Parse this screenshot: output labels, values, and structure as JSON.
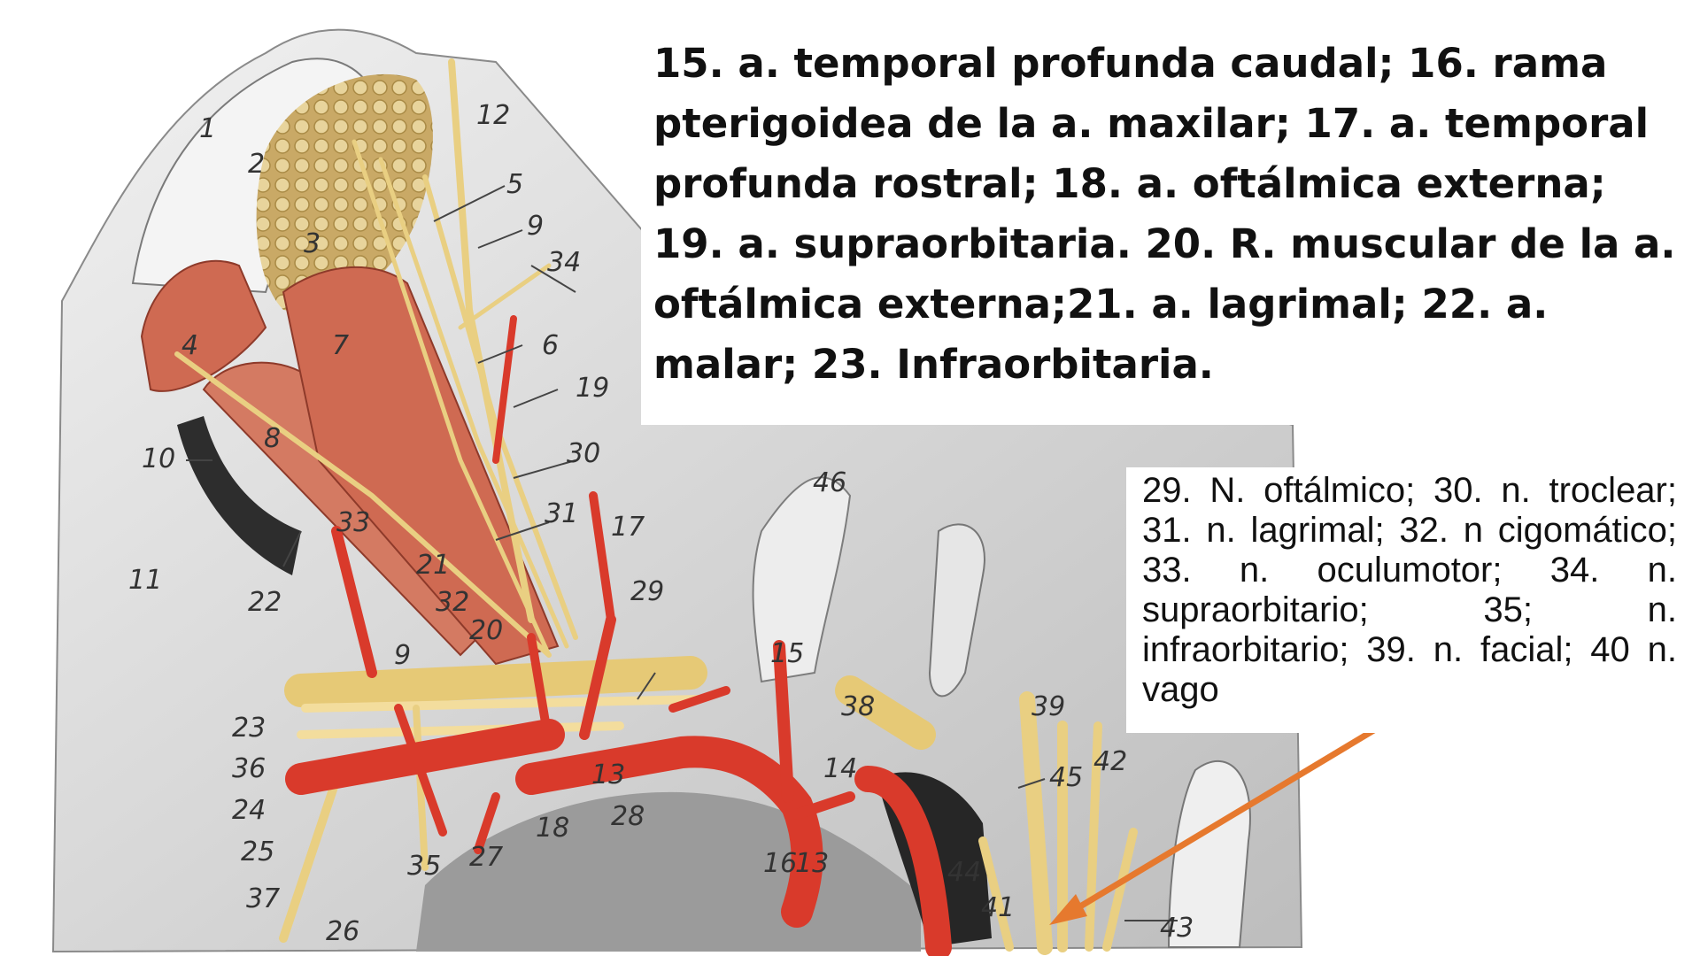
{
  "legend_top": "15. a. temporal profunda caudal; 16. rama pterigoidea de la a. maxilar; 17. a. temporal profunda rostral; 18. a. oftálmica externa; 19. a. supraorbitaria. 20. R. muscular de la a. oftálmica externa;21. a. lagrimal; 22. a. malar; 23. Infraorbitaria.",
  "legend_right": "29. N. oftálmico; 30. n. troclear; 31. n. lagrimal; 32. n cigomático; 33. n. oculumotor; 34. n. supraorbitario; 35; n. infraorbitario; 39. n. facial; 40 n. vago",
  "colors": {
    "artery": "#d93a2b",
    "nerve": "#e9cf82",
    "muscle": "#cf6a52",
    "bone": "#e4e4e4",
    "arrow": "#e6792e"
  },
  "labels": [
    "1",
    "2",
    "3",
    "4",
    "5",
    "6",
    "7",
    "8",
    "9",
    "9",
    "10",
    "11",
    "12",
    "13",
    "13",
    "14",
    "15",
    "16",
    "17",
    "18",
    "19",
    "20",
    "21",
    "22",
    "23",
    "24",
    "25",
    "26",
    "27",
    "28",
    "29",
    "30",
    "31",
    "32",
    "33",
    "34",
    "35",
    "36",
    "37",
    "38",
    "39",
    "41",
    "42",
    "43",
    "44",
    "45",
    "46"
  ]
}
